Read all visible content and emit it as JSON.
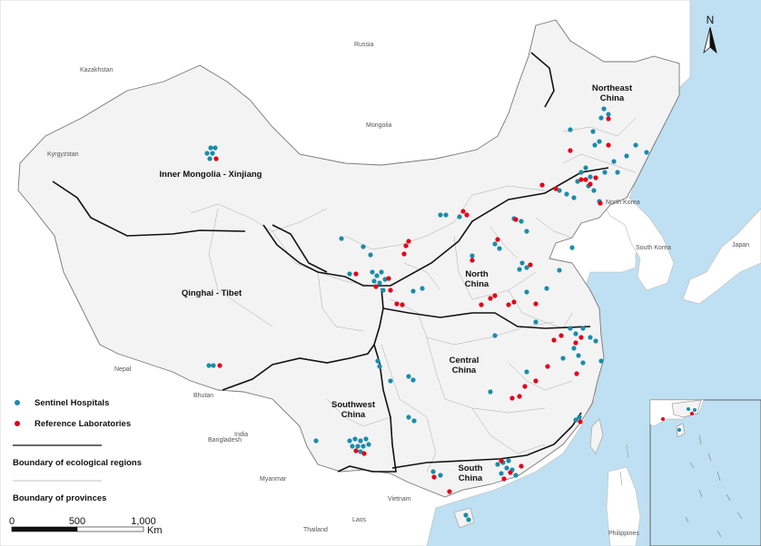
{
  "map": {
    "regions": [
      {
        "id": "northeast",
        "label_lines": [
          "Northeast",
          "China"
        ]
      },
      {
        "id": "inner-mongolia-xinjiang",
        "label_lines": [
          "Inner Mongolia - Xinjiang"
        ]
      },
      {
        "id": "qinghai-tibet",
        "label_lines": [
          "Qinghai - Tibet"
        ]
      },
      {
        "id": "north",
        "label_lines": [
          "North",
          "China"
        ]
      },
      {
        "id": "central",
        "label_lines": [
          "Central",
          "China"
        ]
      },
      {
        "id": "southwest",
        "label_lines": [
          "Southwest",
          "China"
        ]
      },
      {
        "id": "south",
        "label_lines": [
          "South",
          "China"
        ]
      }
    ],
    "countries": [
      "Russia",
      "Kazakhstan",
      "Mongolia",
      "Kyrgyzstan",
      "North Korea",
      "South Korea",
      "Japan",
      "Nepal",
      "Bhutan",
      "Bangladesh",
      "India",
      "Myanmar",
      "Vietnam",
      "Laos",
      "Thailand",
      "Philippines"
    ],
    "north_arrow": "N",
    "legend": {
      "sentinel": "Sentinel Hospitals",
      "reference": "Reference Laboratories",
      "eco_boundary": "Boundary of ecological regions",
      "prov_boundary": "Boundary of provinces"
    },
    "scale": {
      "ticks": [
        "0",
        "500",
        "1,000"
      ],
      "unit": "Km"
    },
    "colors": {
      "sentinel": "#1a8ca8",
      "reference": "#e3001b",
      "land_china": "#f3f3f3",
      "land_other": "#ffffff",
      "sea": "#bfe0f2"
    }
  }
}
